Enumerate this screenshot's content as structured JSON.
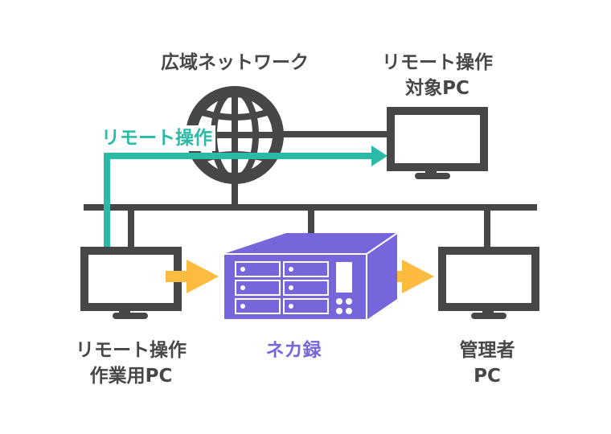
{
  "colors": {
    "dark": "#474747",
    "teal": "#2bbaa8",
    "purple": "#7566dc",
    "arrow_orange": "#fdbb40",
    "white": "#ffffff"
  },
  "labels": {
    "wan": "広域ネットワーク",
    "remote_target_line1": "リモート操作",
    "remote_target_line2": "対象PC",
    "remote_op_flow": "リモート操作",
    "operator_pc_line1": "リモート操作",
    "operator_pc_line2": "作業用PC",
    "nekaroku": "ネカ録",
    "admin_pc_line1": "管理者",
    "admin_pc_line2": "PC"
  },
  "nodes": [
    {
      "id": "wan",
      "type": "globe-icon",
      "label_key": "wan"
    },
    {
      "id": "remote-target-pc",
      "type": "monitor-icon",
      "label_key": "remote_target"
    },
    {
      "id": "operator-pc",
      "type": "monitor-icon",
      "label_key": "operator_pc"
    },
    {
      "id": "nekaroku-server",
      "type": "server-icon",
      "label_key": "nekaroku"
    },
    {
      "id": "admin-pc",
      "type": "monitor-icon",
      "label_key": "admin_pc"
    }
  ],
  "edges": [
    {
      "from": "wan",
      "to": "remote-target-pc",
      "style": "network-line"
    },
    {
      "from": "wan",
      "to": "lan-bus",
      "style": "network-line"
    },
    {
      "from": "operator-pc",
      "to": "lan-bus",
      "style": "network-line"
    },
    {
      "from": "nekaroku-server",
      "to": "lan-bus",
      "style": "network-line"
    },
    {
      "from": "admin-pc",
      "to": "lan-bus",
      "style": "network-line"
    },
    {
      "from": "operator-pc",
      "to": "remote-target-pc",
      "style": "teal-arrow",
      "label_key": "remote_op_flow"
    },
    {
      "from": "operator-pc",
      "to": "nekaroku-server",
      "style": "orange-arrow"
    },
    {
      "from": "nekaroku-server",
      "to": "admin-pc",
      "style": "orange-arrow"
    }
  ]
}
